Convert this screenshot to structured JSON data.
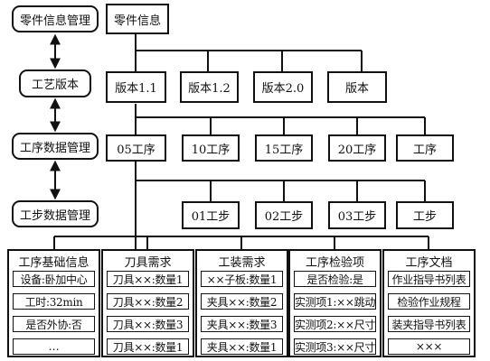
{
  "left_flow": [
    "零件信息管理",
    "工艺版本",
    "工序数据管理",
    "工步数据管理"
  ],
  "root": "零件信息",
  "versions": [
    "版本1.1",
    "版本1.2",
    "版本2.0",
    "版本"
  ],
  "processes": [
    "05工序",
    "10工序",
    "15工序",
    "20工序",
    "工序"
  ],
  "steps": [
    "01工步",
    "02工步",
    "03工步",
    "工步"
  ],
  "columns": [
    {
      "title": "工序基础信息",
      "items": [
        "设备:卧加中心",
        "工时:32min",
        "是否外协:否",
        "…"
      ]
    },
    {
      "title": "刀具需求",
      "items": [
        "刀具××:数量1",
        "刀具××:数量2",
        "刀具××:数量3",
        "刀具××:数量1"
      ]
    },
    {
      "title": "工装需求",
      "items": [
        "××子板:数量1",
        "夹具××:数量2",
        "夹具××:数量3",
        "夹具××:数量1"
      ]
    },
    {
      "title": "工序检验项",
      "items": [
        "是否检验:是",
        "实测项1:××跳动",
        "实测项2:××尺寸",
        "实测项3:××尺寸"
      ]
    },
    {
      "title": "工序文档",
      "items": [
        "作业指导书列表",
        "检验作业规程",
        "装夹指导书列表",
        "×××"
      ]
    }
  ]
}
